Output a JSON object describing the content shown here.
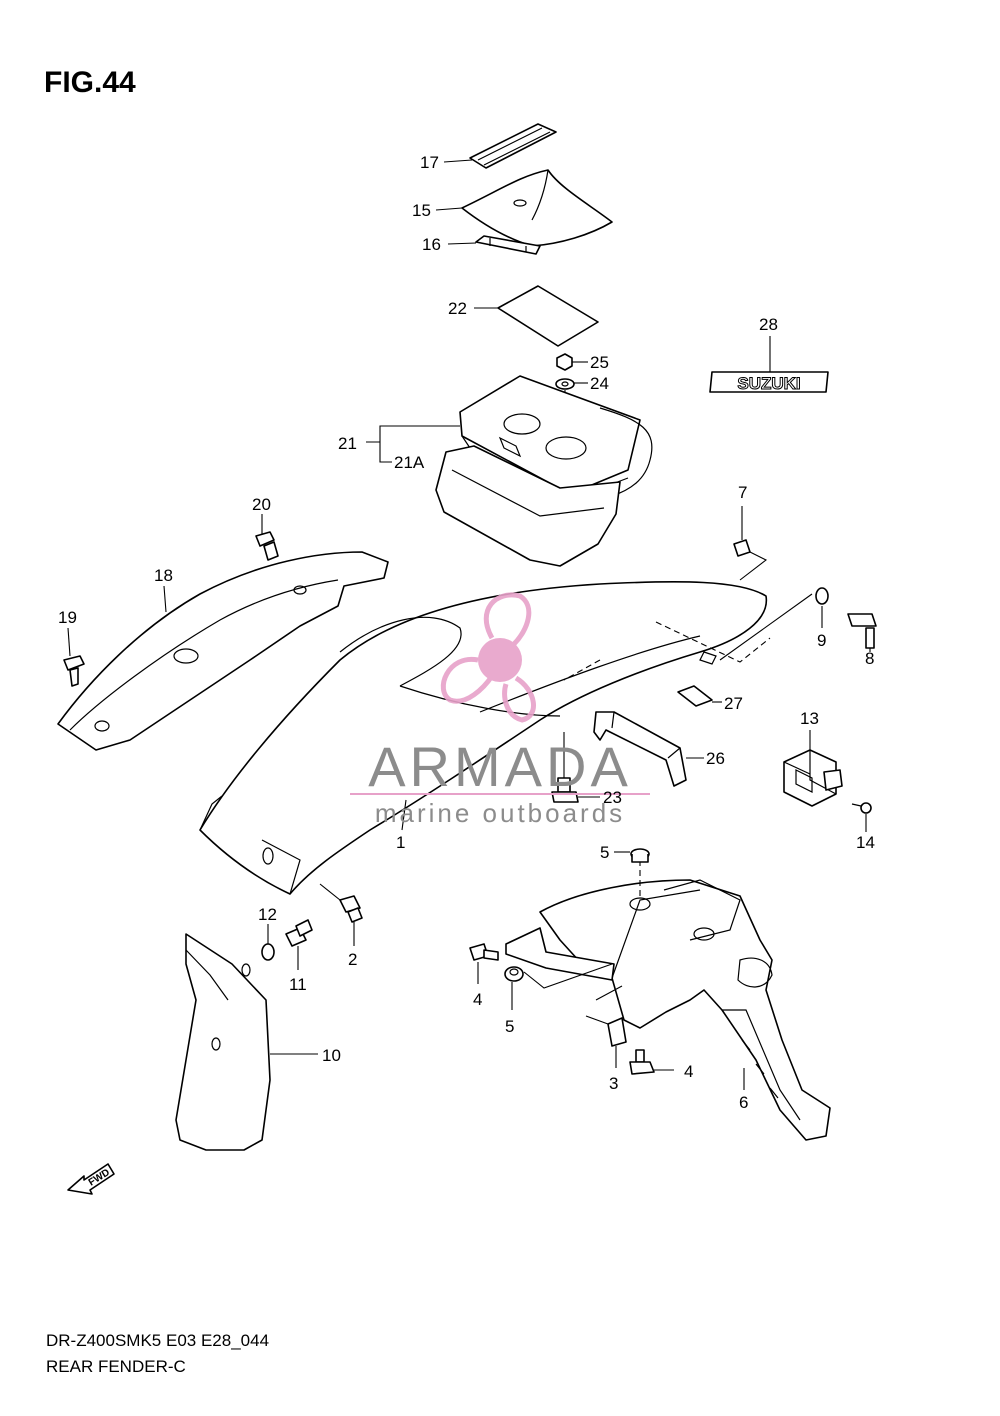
{
  "figure": {
    "title": "FIG.44",
    "model_code": "DR-Z400SMK5 E03 E28_044",
    "section_name": "REAR FENDER-C"
  },
  "watermark": {
    "brand": "ARMADA",
    "tagline": "marine outboards",
    "logo_color": "#e7a1c9",
    "text_color": "#8c8c8c"
  },
  "emblem_text": "SUZUKI",
  "fwd_label": "FWD",
  "callouts": {
    "c1": "1",
    "c2": "2",
    "c3": "3",
    "c4a": "4",
    "c4b": "4",
    "c5a": "5",
    "c5b": "5",
    "c6": "6",
    "c7": "7",
    "c8": "8",
    "c9": "9",
    "c10": "10",
    "c11": "11",
    "c12": "12",
    "c13": "13",
    "c14": "14",
    "c15": "15",
    "c16": "16",
    "c17": "17",
    "c18": "18",
    "c19": "19",
    "c20": "20",
    "c21": "21",
    "c21a": "21A",
    "c22": "22",
    "c23": "23",
    "c24": "24",
    "c25": "25",
    "c26": "26",
    "c27": "27",
    "c28": "28"
  }
}
